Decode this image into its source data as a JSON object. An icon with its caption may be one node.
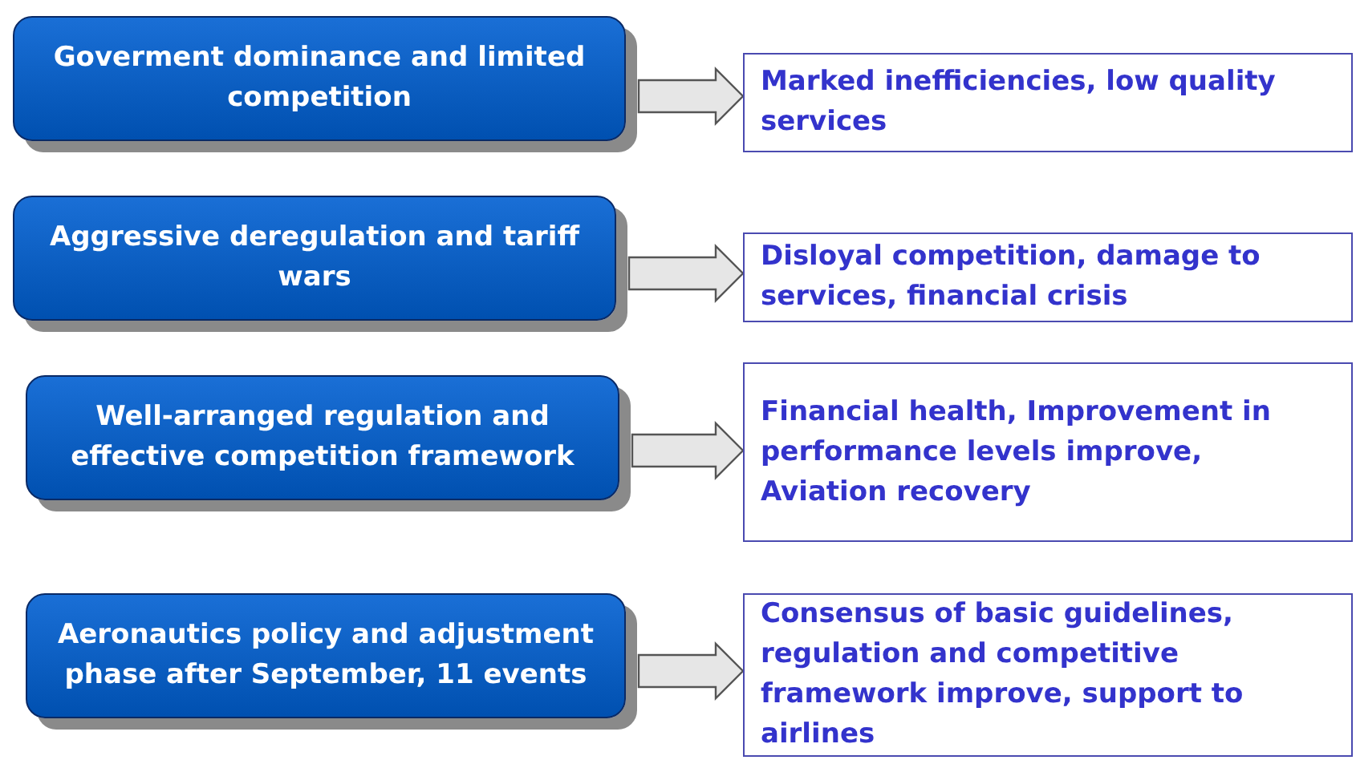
{
  "diagram": {
    "nodes": [
      {
        "text": [
          "Goverment dominance and limited competition"
        ]
      },
      {
        "text": [
          "Marked inefficiencies, low quality services"
        ]
      },
      {
        "text": [
          "Aggressive deregulation and tariff wars"
        ]
      },
      {
        "text": [
          "Disloyal competition, damage to services, financial crisis"
        ]
      },
      {
        "text": [
          "Well-arranged regulation and effective competition framework"
        ]
      },
      {
        "text": [
          "Financial health, Improvement in performance levels improve, Aviation recovery"
        ]
      },
      {
        "text": [
          "Aeronautics policy and adjustment phase after September, 11 events"
        ]
      },
      {
        "text": [
          "Consensus of basic guidelines, regulation and competitive framework improve, support to airlines"
        ]
      }
    ],
    "edges": [
      {
        "from": 0,
        "to": 1,
        "arrow": "to"
      },
      {
        "from": 2,
        "to": 3,
        "arrow": "to"
      },
      {
        "from": 4,
        "to": 5,
        "arrow": "to"
      },
      {
        "from": 6,
        "to": 7,
        "arrow": "to"
      }
    ]
  }
}
